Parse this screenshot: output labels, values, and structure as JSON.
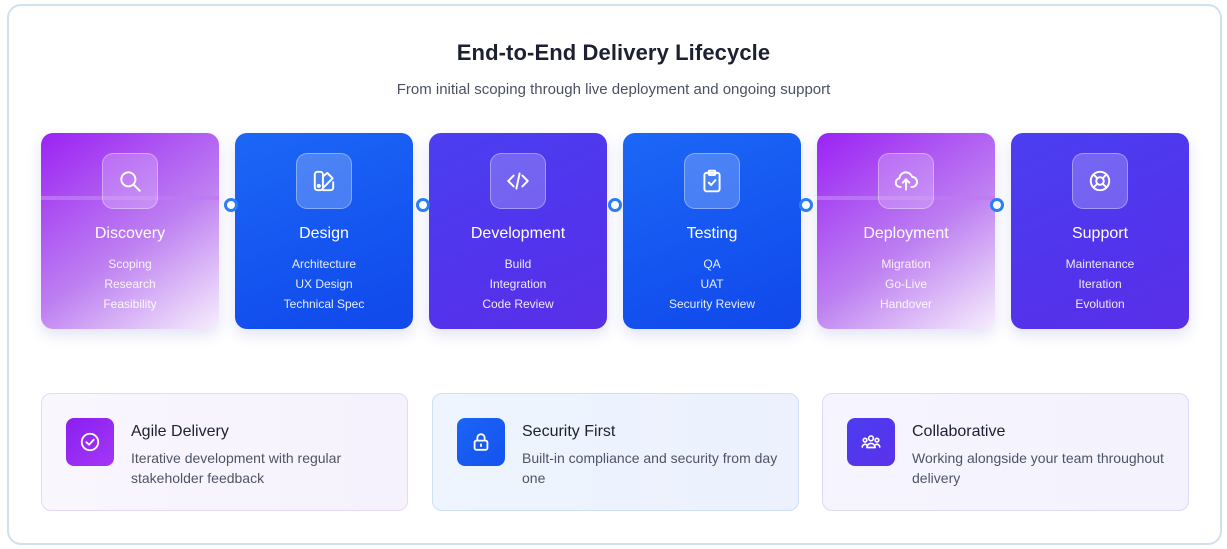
{
  "header": {
    "title": "End-to-End Delivery Lifecycle",
    "subtitle": "From initial scoping through live deployment and ongoing support"
  },
  "stages": [
    {
      "name": "Discovery",
      "icon": "search-icon",
      "items": [
        "Scoping",
        "Research",
        "Feasibility"
      ]
    },
    {
      "name": "Design",
      "icon": "design-palette-icon",
      "items": [
        "Architecture",
        "UX Design",
        "Technical Spec"
      ]
    },
    {
      "name": "Development",
      "icon": "code-icon",
      "items": [
        "Build",
        "Integration",
        "Code Review"
      ]
    },
    {
      "name": "Testing",
      "icon": "clipboard-check-icon",
      "items": [
        "QA",
        "UAT",
        "Security Review"
      ]
    },
    {
      "name": "Deployment",
      "icon": "cloud-upload-icon",
      "items": [
        "Migration",
        "Go-Live",
        "Handover"
      ]
    },
    {
      "name": "Support",
      "icon": "lifebuoy-icon",
      "items": [
        "Maintenance",
        "Iteration",
        "Evolution"
      ]
    }
  ],
  "features": [
    {
      "title": "Agile Delivery",
      "description": "Iterative development with regular stakeholder feedback",
      "icon": "check-circle-icon"
    },
    {
      "title": "Security First",
      "description": "Built-in compliance and security from day one",
      "icon": "lock-icon"
    },
    {
      "title": "Collaborative",
      "description": "Working alongside your team throughout delivery",
      "icon": "team-icon"
    }
  ],
  "colors": {
    "purple": "#9b22f4",
    "blue": "#1454f0",
    "indigo": "#5134ec",
    "connector": "#2c7ef5"
  }
}
